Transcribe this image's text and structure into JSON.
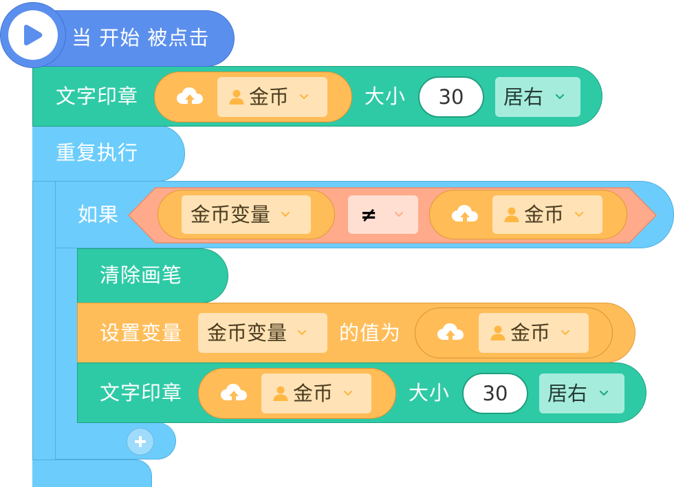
{
  "hat": {
    "label": "当 开始 被点击"
  },
  "stamp1": {
    "label": "文字印章",
    "value": "金币",
    "size_label": "大小",
    "size": "30",
    "align": "居右"
  },
  "repeat": {
    "label": "重复执行"
  },
  "if_block": {
    "label": "如果",
    "left_var": "金币变量",
    "operator": "≠",
    "right_value": "金币"
  },
  "clear_pen": {
    "label": "清除画笔"
  },
  "set_var": {
    "label": "设置变量",
    "var": "金币变量",
    "value_label": "的值为",
    "value": "金币"
  },
  "stamp2": {
    "label": "文字印章",
    "value": "金币",
    "size_label": "大小",
    "size": "30",
    "align": "居右"
  },
  "colors": {
    "hat": "#5b8fee",
    "pen": "#2ecaa6",
    "control": "#6ccdfc",
    "operator": "#ffaa8a",
    "variable": "#ffbd59",
    "cloud_pill": "#ffbc57",
    "dropdown_light": "#ffe3b6"
  },
  "icons": {
    "hat_icon": "play-icon",
    "cloud_icon": "cloud-upload-icon",
    "user_icon": "user-icon",
    "add_icon": "plus-icon"
  }
}
